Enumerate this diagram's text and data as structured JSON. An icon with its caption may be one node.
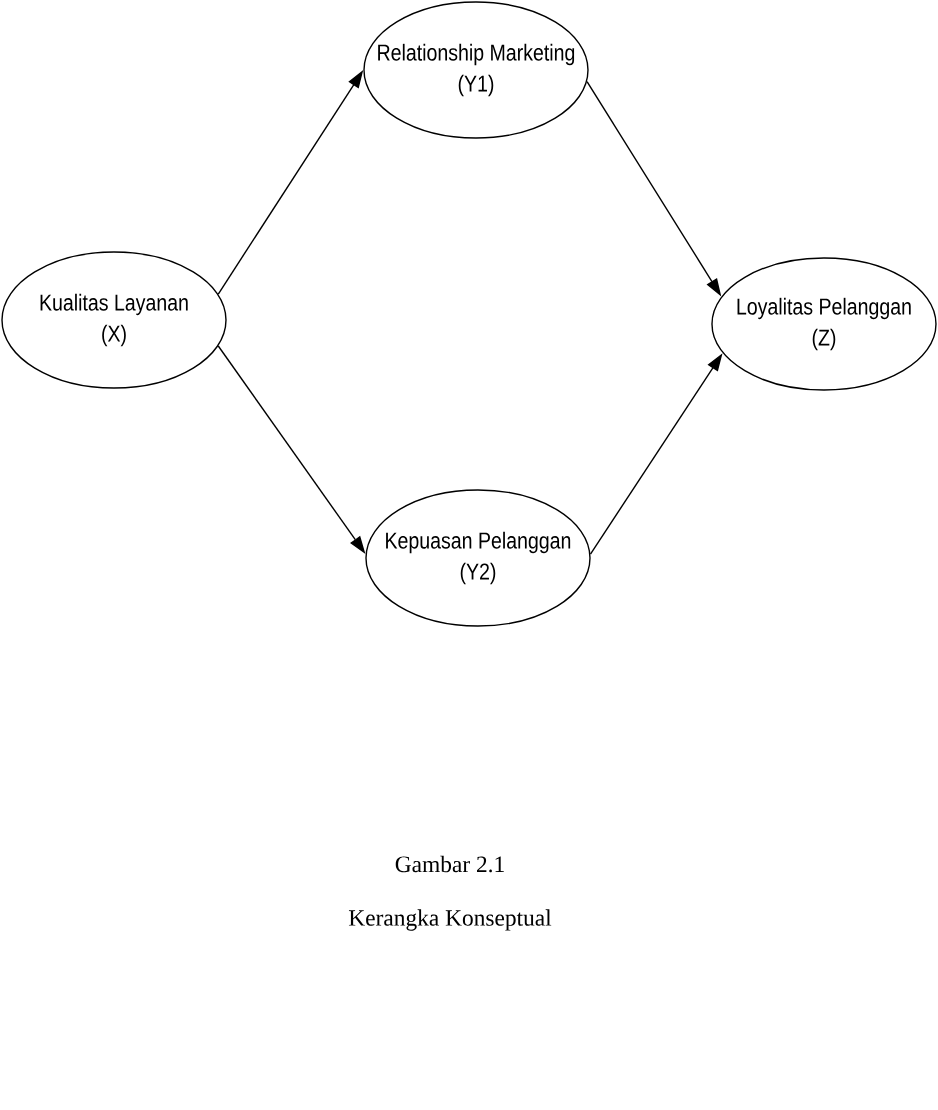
{
  "diagram": {
    "nodes": [
      {
        "text": [
          "Kualitas Layanan (X)"
        ]
      },
      {
        "text": [
          "Relationship Marketing (Y1)"
        ]
      },
      {
        "text": [
          "Kepuasan Pelanggan (Y2)"
        ]
      },
      {
        "text": [
          "Loyalitas Pelanggan (Z)"
        ]
      }
    ],
    "edges": [
      {
        "from": 0,
        "to": 1,
        "arrow": "to"
      },
      {
        "from": 0,
        "to": 2,
        "arrow": "to"
      },
      {
        "from": 1,
        "to": 3,
        "arrow": "to"
      },
      {
        "from": 2,
        "to": 3,
        "arrow": "to"
      }
    ],
    "labels": [
      "Gambar 2.1",
      "Kerangka Konseptual"
    ]
  }
}
